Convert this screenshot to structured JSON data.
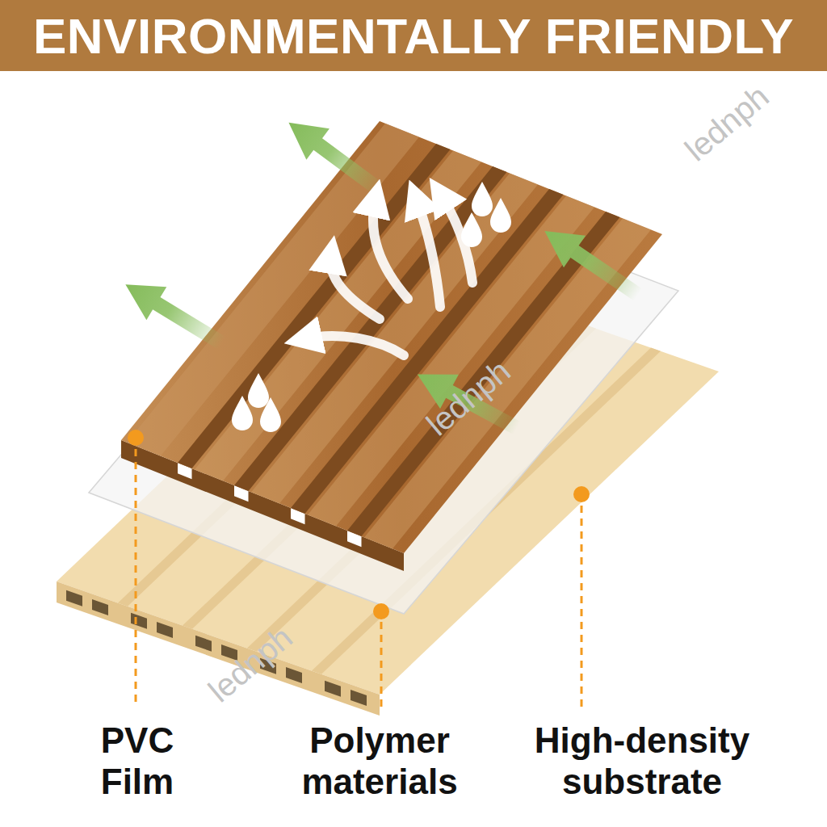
{
  "diagram": {
    "title": "ENVIRONMENTALLY FRIENDLY",
    "labels": [
      "PVC Film",
      "Polymer materials",
      "High-density substrate",
      "lednph",
      "lednph",
      "lednph"
    ]
  }
}
